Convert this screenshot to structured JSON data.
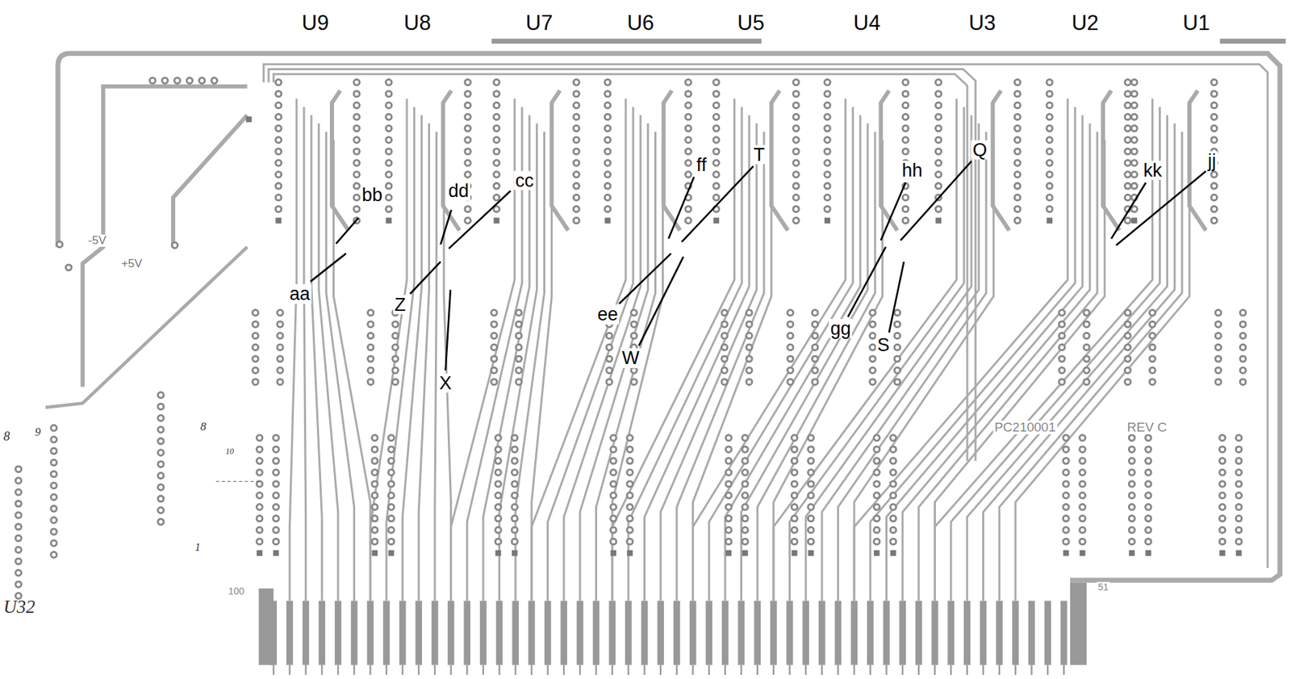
{
  "diagram": {
    "labels": [
      "U9",
      "U8",
      "U7",
      "U6",
      "U5",
      "U4",
      "U3",
      "U2",
      "U1",
      "bb",
      "dd",
      "cc",
      "ff",
      "T",
      "hh",
      "Q",
      "kk",
      "jj",
      "aa",
      "Z",
      "X",
      "ee",
      "W",
      "gg",
      "S",
      "-5V",
      "+5V",
      "PC210001",
      "REV C",
      "100",
      "51",
      "8",
      "9",
      "8",
      "10",
      "1",
      "U32"
    ]
  }
}
